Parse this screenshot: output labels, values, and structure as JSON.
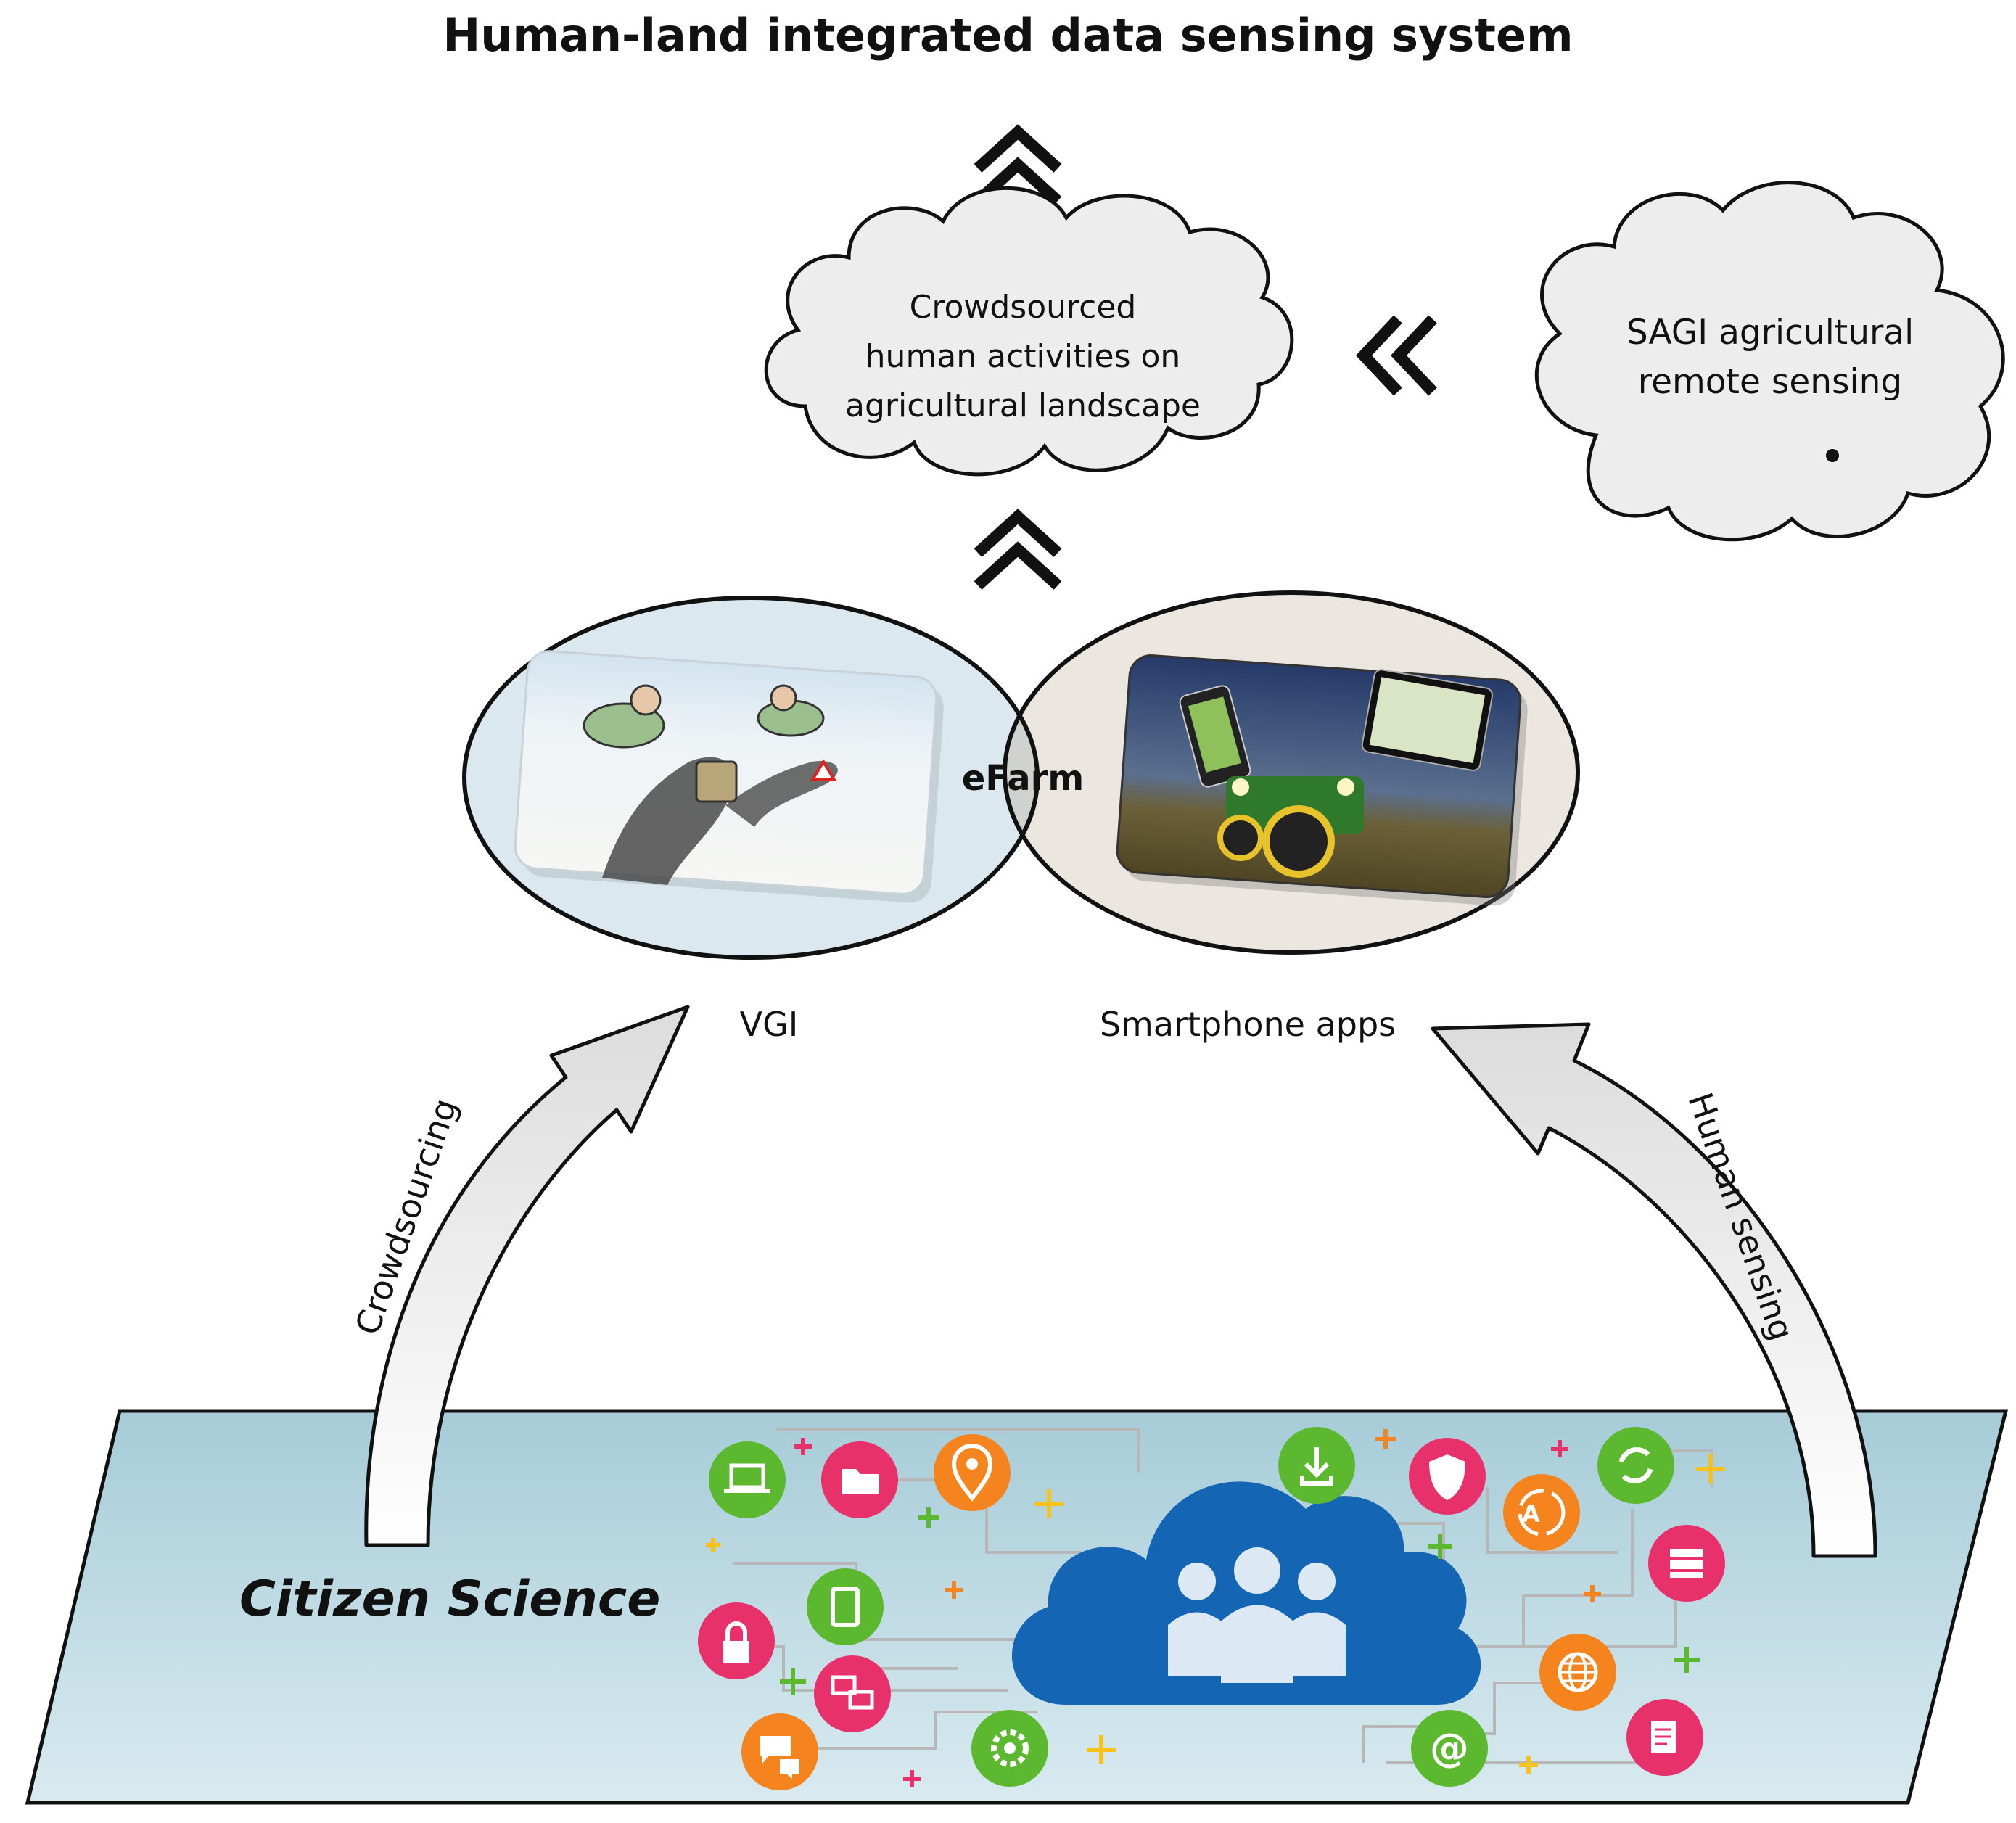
{
  "title": "Human-land integrated data sensing system",
  "clouds": {
    "crowdsourced": [
      "Crowdsourced",
      "human activities on",
      "agricultural landscape"
    ],
    "sagi": [
      "SAGI agricultural",
      "remote sensing"
    ]
  },
  "venn": {
    "left_label": "VGI",
    "right_label": "Smartphone apps",
    "overlap_label": "eFarm"
  },
  "arrows": {
    "left_label": "Crowdsourcing",
    "right_label": "Human sensing"
  },
  "base": {
    "label": "Citizen Science"
  },
  "colors": {
    "green": "#5cb82e",
    "pink": "#e8316b",
    "orange": "#f5841f",
    "blue_cloud": "#1565b5",
    "plane": "#b9d6e0",
    "venn_left": "#dbe8ef",
    "venn_right": "#ebe7e0",
    "venn_overlap": "#cfd2cf"
  },
  "icons": [
    "laptop-icon",
    "folder-icon",
    "map-pin-icon",
    "download-icon",
    "shield-icon",
    "translate-icon",
    "refresh-icon",
    "server-icon",
    "tablet-icon",
    "lock-icon",
    "devices-icon",
    "chat-icon",
    "gear-icon",
    "email-icon",
    "globe-icon",
    "document-icon"
  ]
}
